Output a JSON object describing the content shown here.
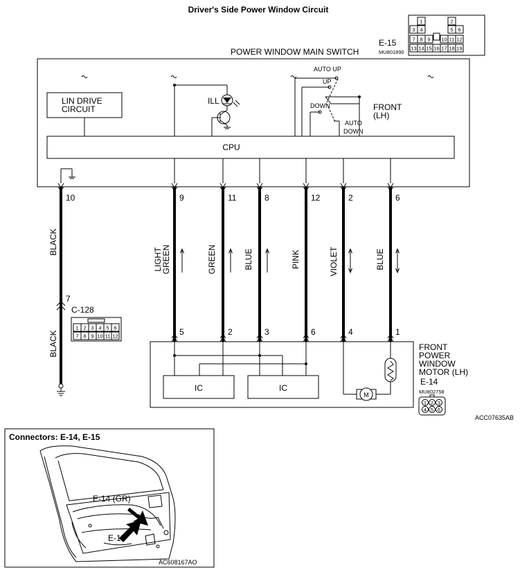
{
  "title": "Driver's Side Power Window Circuit",
  "main_switch": {
    "name": "POWER WINDOW MAIN SWITCH",
    "connector": "E-15",
    "part_no": "MU801890",
    "pins_top": [
      "1",
      "",
      "2"
    ],
    "pins_mid": [
      "3",
      "4",
      "",
      "5",
      "6"
    ],
    "pins_r3": [
      "7",
      "8",
      "9",
      "10",
      "11",
      "12"
    ],
    "pins_r4": [
      "13",
      "14",
      "15",
      "16",
      "17",
      "18",
      "19"
    ],
    "lin_drive": [
      "LIN DRIVE",
      "CIRCUIT"
    ],
    "cpu": "CPU",
    "ill": "ILL",
    "auto_up": "AUTO UP",
    "up": "UP",
    "down": "DOWN",
    "auto_down": [
      "AUTO",
      "DOWN"
    ],
    "front_lh": [
      "FRONT",
      "(LH)"
    ]
  },
  "wires": [
    {
      "pin_top": "10",
      "color": "BLACK"
    },
    {
      "pin_top": "9",
      "color": "LIGHT GREEN",
      "pin_bottom": "5"
    },
    {
      "pin_top": "11",
      "color": "GREEN",
      "pin_bottom": "2"
    },
    {
      "pin_top": "8",
      "color": "BLUE",
      "pin_bottom": "3"
    },
    {
      "pin_top": "12",
      "color": "PINK",
      "pin_bottom": "6"
    },
    {
      "pin_top": "2",
      "color": "VIOLET",
      "pin_bottom": "4"
    },
    {
      "pin_top": "6",
      "color": "BLUE",
      "pin_bottom": "1"
    }
  ],
  "light_green": [
    "LIGHT",
    "GREEN"
  ],
  "black_lower": "BLACK",
  "c128": {
    "name": "C-128",
    "pin": "7",
    "row1": [
      "1",
      "2",
      "3",
      "4",
      "5",
      "6"
    ],
    "row2": [
      "7",
      "8",
      "9",
      "10",
      "11",
      "12"
    ]
  },
  "motor": {
    "label": [
      "FRONT",
      "POWER",
      "WINDOW",
      "MOTOR (LH)"
    ],
    "connector": "E-14",
    "part_no": "MU802758",
    "pins_r1": [
      "1",
      "2",
      "3"
    ],
    "pins_r2": [
      "4",
      "5",
      "6"
    ],
    "ic1": "IC",
    "ic2": "IC",
    "motor_symbol": "M"
  },
  "diagram_code": "ACC07635AB",
  "inset": {
    "title": "Connectors: E-14, E-15",
    "e14_label": "E-14 (GR)",
    "e15_label": "E-15",
    "code": "AC608167AO"
  }
}
